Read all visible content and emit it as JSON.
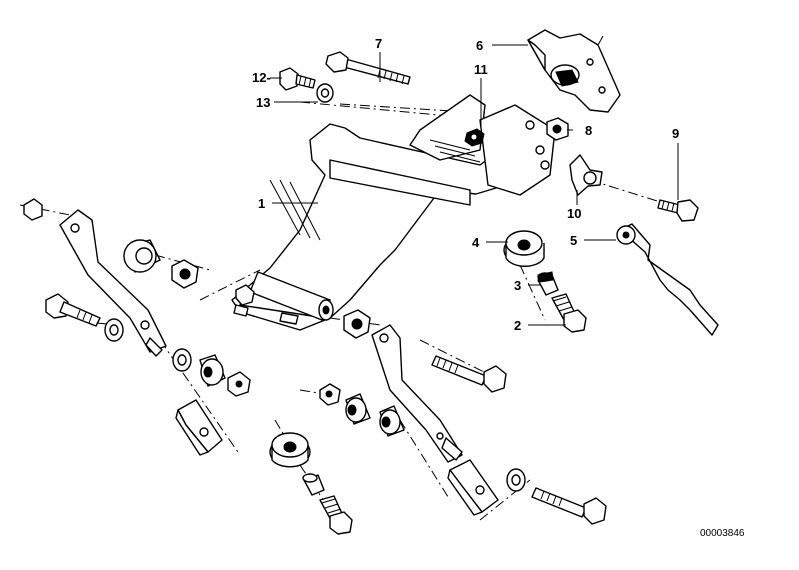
{
  "callouts": [
    {
      "id": "c1",
      "label": "1"
    },
    {
      "id": "c2",
      "label": "2"
    },
    {
      "id": "c3",
      "label": "3"
    },
    {
      "id": "c4",
      "label": "4"
    },
    {
      "id": "c5",
      "label": "5"
    },
    {
      "id": "c6",
      "label": "6"
    },
    {
      "id": "c7",
      "label": "7"
    },
    {
      "id": "c8",
      "label": "8"
    },
    {
      "id": "c9",
      "label": "9"
    },
    {
      "id": "c10",
      "label": "10"
    },
    {
      "id": "c11",
      "label": "11"
    },
    {
      "id": "c12",
      "label": "12-"
    },
    {
      "id": "c13",
      "label": "13"
    }
  ],
  "drawing_number": "00003846"
}
